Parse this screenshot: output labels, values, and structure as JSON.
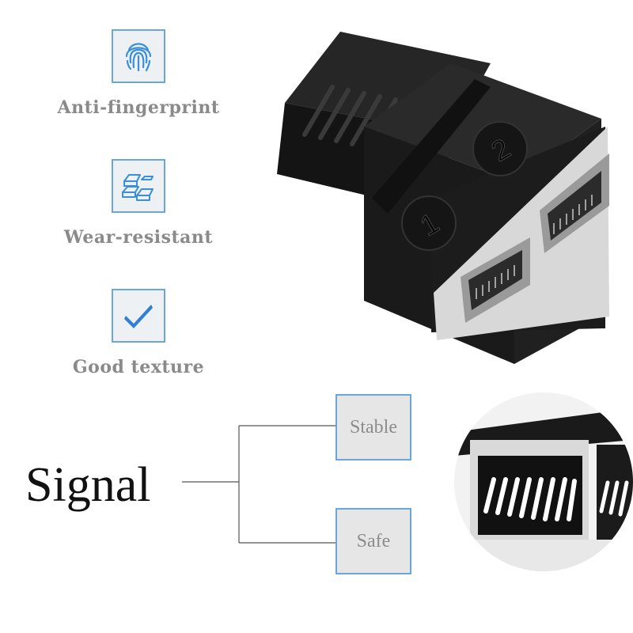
{
  "features": [
    {
      "label": "Anti-fingerprint",
      "icon": "fingerprint-icon"
    },
    {
      "label": "Wear-resistant",
      "icon": "gold-bars-icon"
    },
    {
      "label": "Good texture",
      "icon": "checkmark-icon"
    }
  ],
  "product": {
    "port_numbers": [
      "1",
      "2"
    ]
  },
  "signal": {
    "title": "Signal",
    "branches": [
      "Stable",
      "Safe"
    ]
  },
  "colors": {
    "icon_border": "#6aa6d8",
    "icon_fill": "#3a8fd6",
    "product_body": "#1c1c1c"
  }
}
